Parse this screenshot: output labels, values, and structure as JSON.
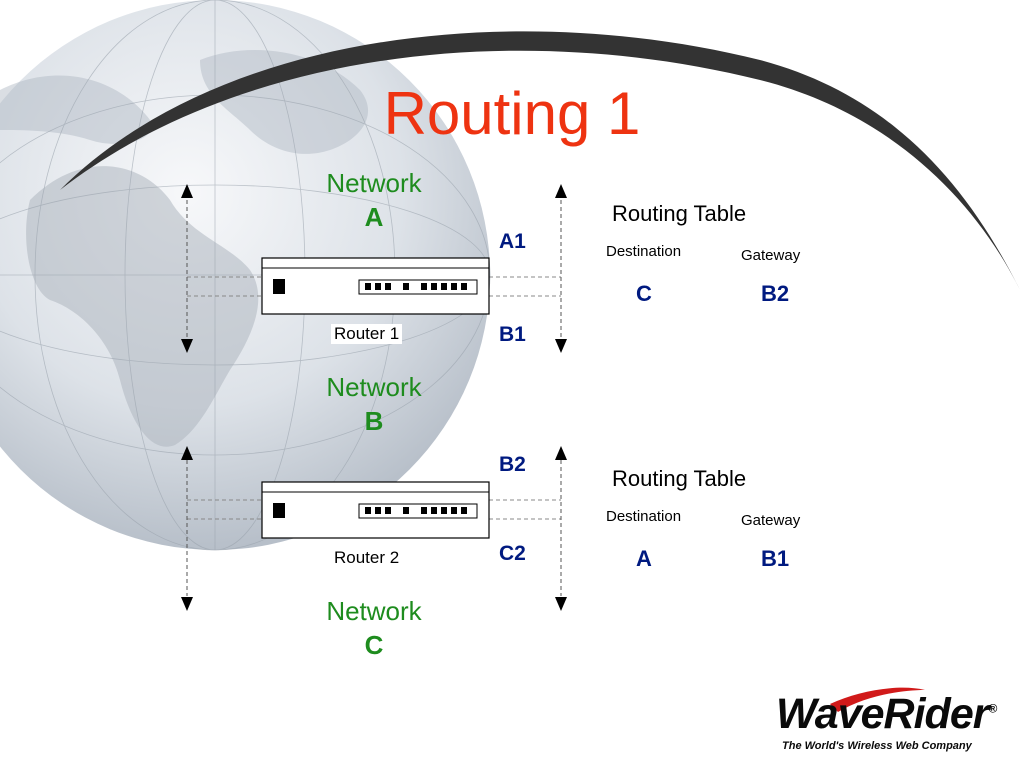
{
  "title": "Routing 1",
  "networks": [
    {
      "label": "Network",
      "letter": "A"
    },
    {
      "label": "Network",
      "letter": "B"
    },
    {
      "label": "Network",
      "letter": "C"
    }
  ],
  "routers": [
    {
      "name": "Router 1",
      "iface_top": "A1",
      "iface_bottom": "B1",
      "table": {
        "title": "Routing Table",
        "dest_header": "Destination",
        "gw_header": "Gateway",
        "dest": "C",
        "gw": "B2"
      }
    },
    {
      "name": "Router 2",
      "iface_top": "B2",
      "iface_bottom": "C2",
      "table": {
        "title": "Routing Table",
        "dest_header": "Destination",
        "gw_header": "Gateway",
        "dest": "A",
        "gw": "B1"
      }
    }
  ],
  "logo": {
    "name": "WaveRider",
    "registered": "®",
    "tagline": "The World's Wireless Web Company"
  },
  "colors": {
    "title": "#ee3311",
    "network": "#1e8c1e",
    "interface": "#001a80",
    "logo_accent": "#d11a1a"
  }
}
